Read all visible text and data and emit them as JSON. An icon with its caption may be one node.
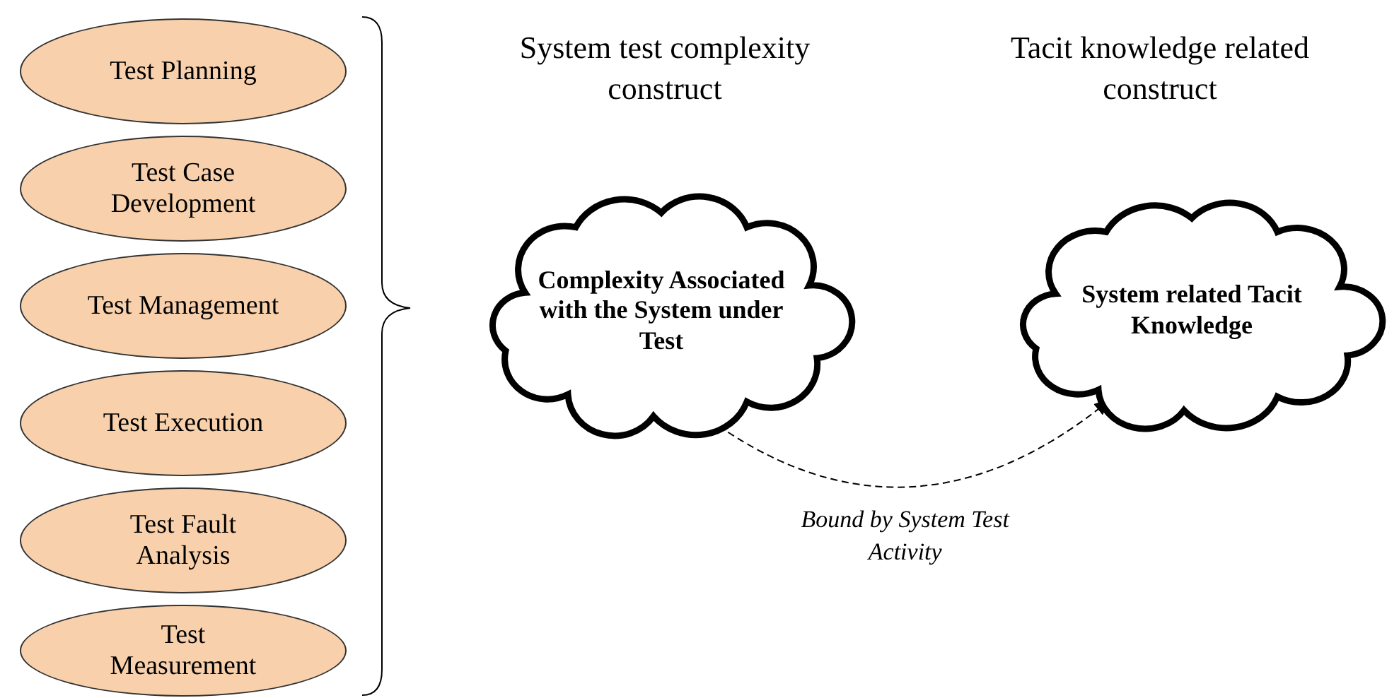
{
  "diagram": {
    "nodes": [
      {
        "text": [
          "Test Planning"
        ]
      },
      {
        "text": [
          "Test Case Development"
        ]
      },
      {
        "text": [
          "Test Management"
        ]
      },
      {
        "text": [
          "Test Execution"
        ]
      },
      {
        "text": [
          "Test Fault Analysis"
        ]
      },
      {
        "text": [
          "Test Measurement"
        ]
      },
      {
        "text": [
          "Complexity Associated with the System under Test"
        ]
      },
      {
        "text": [
          "System related Tacit Knowledge"
        ]
      }
    ],
    "edges": [
      {
        "from": 6,
        "to": 7,
        "arrow": "to",
        "style": "dashed",
        "label": "Bound by System Test Activity"
      }
    ],
    "labels": [
      "System test complexity construct",
      "Tacit knowledge related construct"
    ]
  }
}
